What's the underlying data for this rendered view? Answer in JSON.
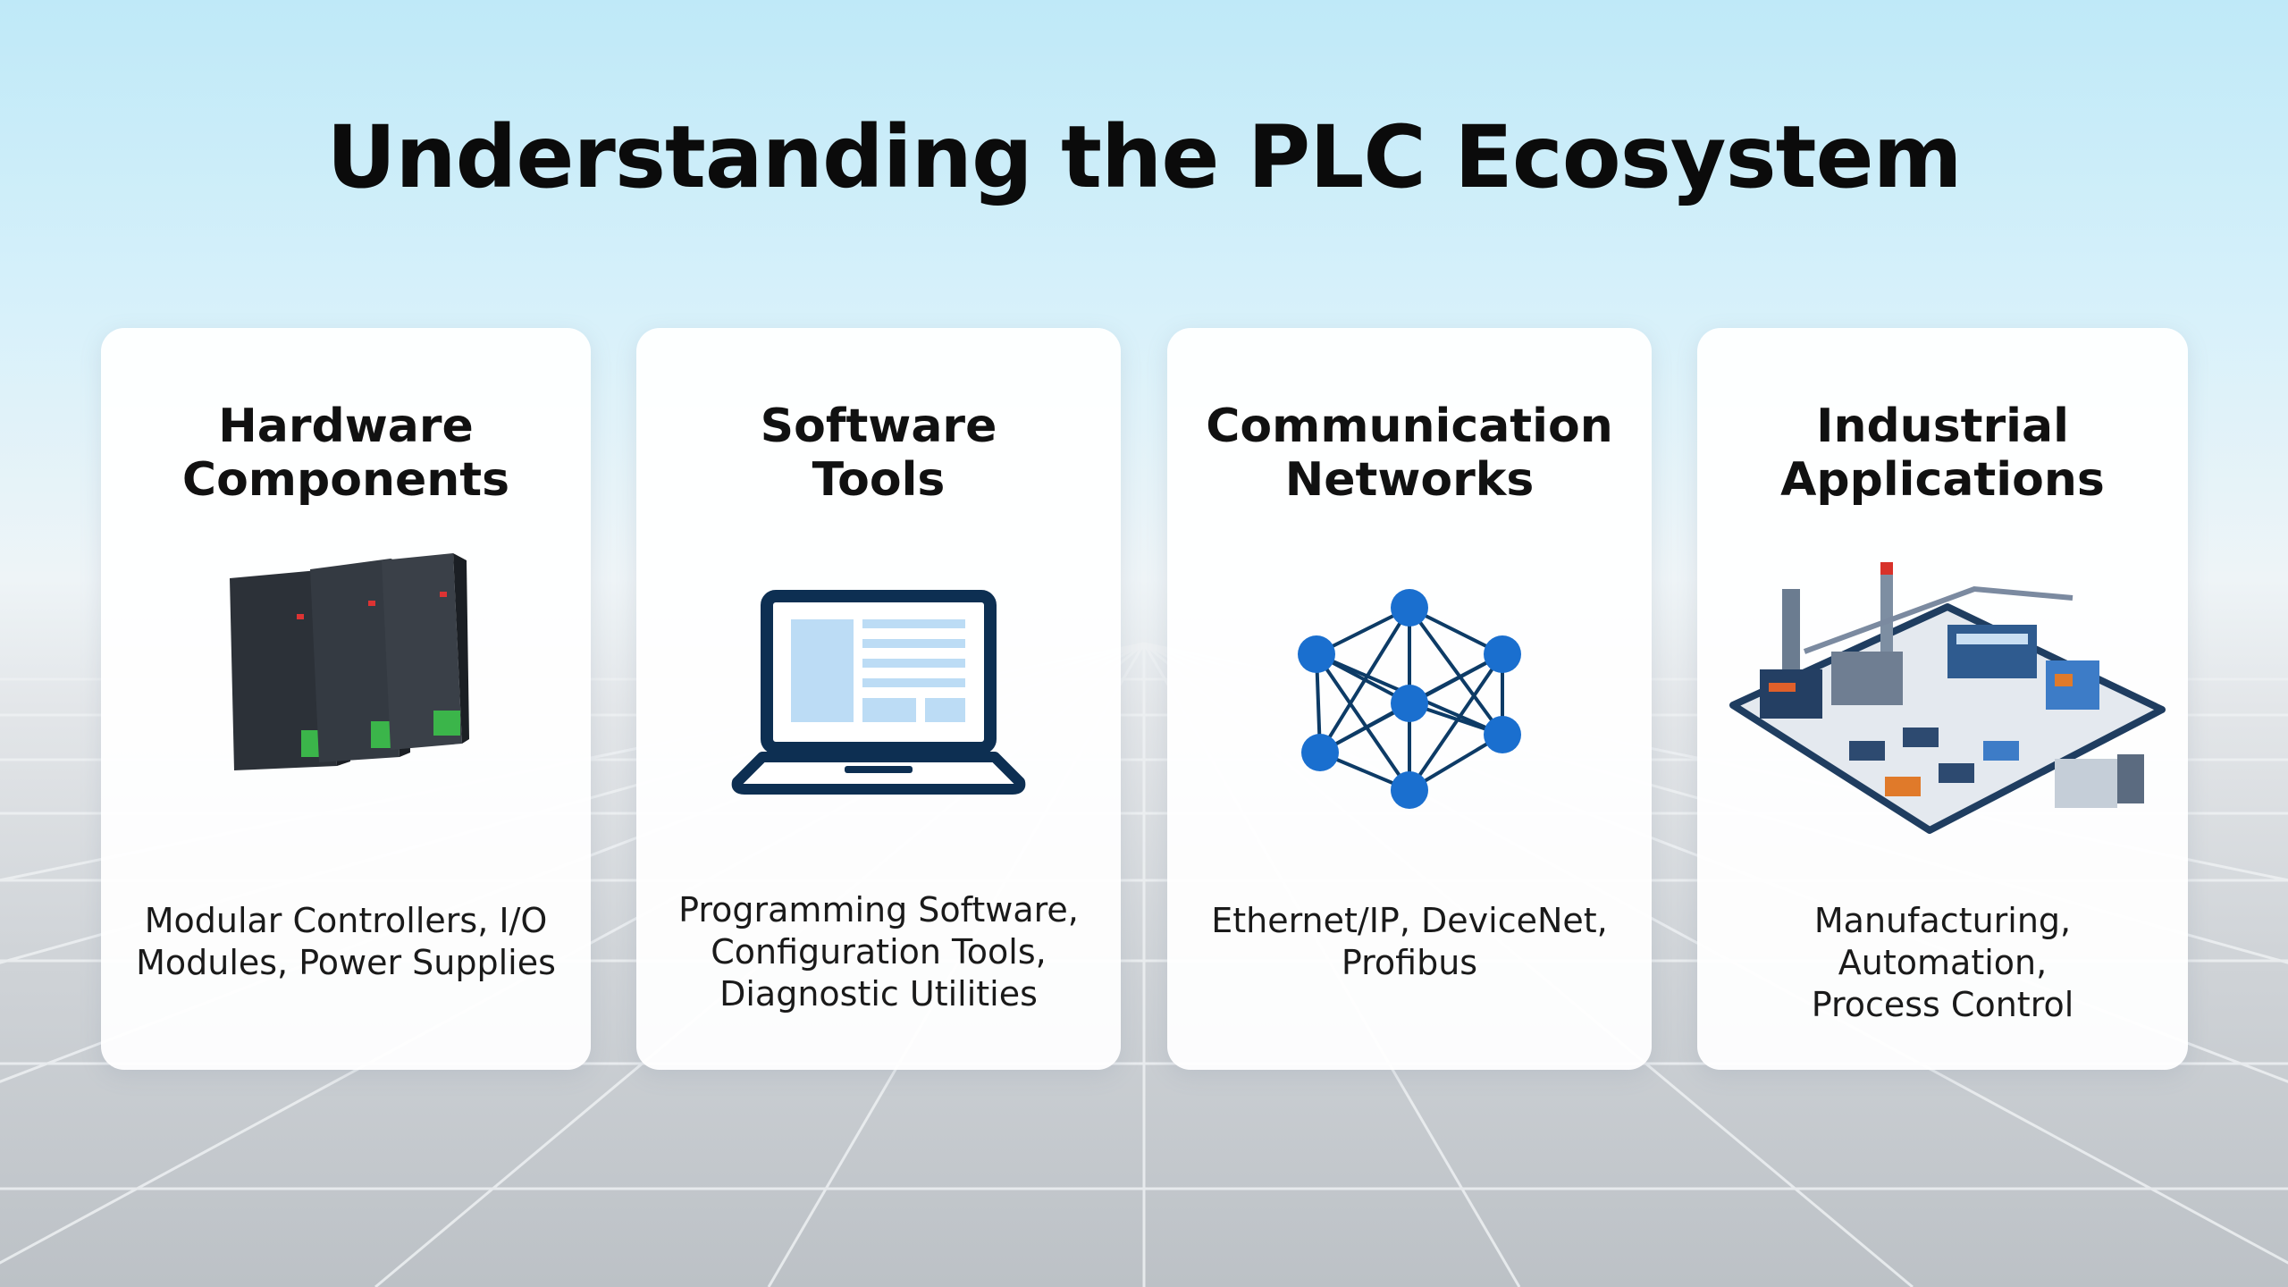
{
  "title": "Understanding the PLC Ecosystem",
  "cards": [
    {
      "title_line1": "Hardware",
      "title_line2": "Components",
      "desc_line1": "Modular Controllers, I/O",
      "desc_line2": "Modules, Power Supplies",
      "icon": "plc-modules-icon"
    },
    {
      "title_line1": "Software",
      "title_line2": "Tools",
      "desc_line1": "Programming Software,",
      "desc_line2": "Configuration Tools,",
      "desc_line3": "Diagnostic Utilities",
      "icon": "laptop-icon"
    },
    {
      "title_line1": "Communication",
      "title_line2": "Networks",
      "desc_line1": "Ethernet/IP, DeviceNet,",
      "desc_line2": "Profibus",
      "icon": "network-icon"
    },
    {
      "title_line1": "Industrial",
      "title_line2": "Applications",
      "desc_line1": "Manufacturing, Automation,",
      "desc_line2": "Process Control",
      "icon": "factory-icon"
    }
  ],
  "colors": {
    "navy": "#0d2f52",
    "blue": "#1a6fcf",
    "screen": "#bcdcf5"
  }
}
